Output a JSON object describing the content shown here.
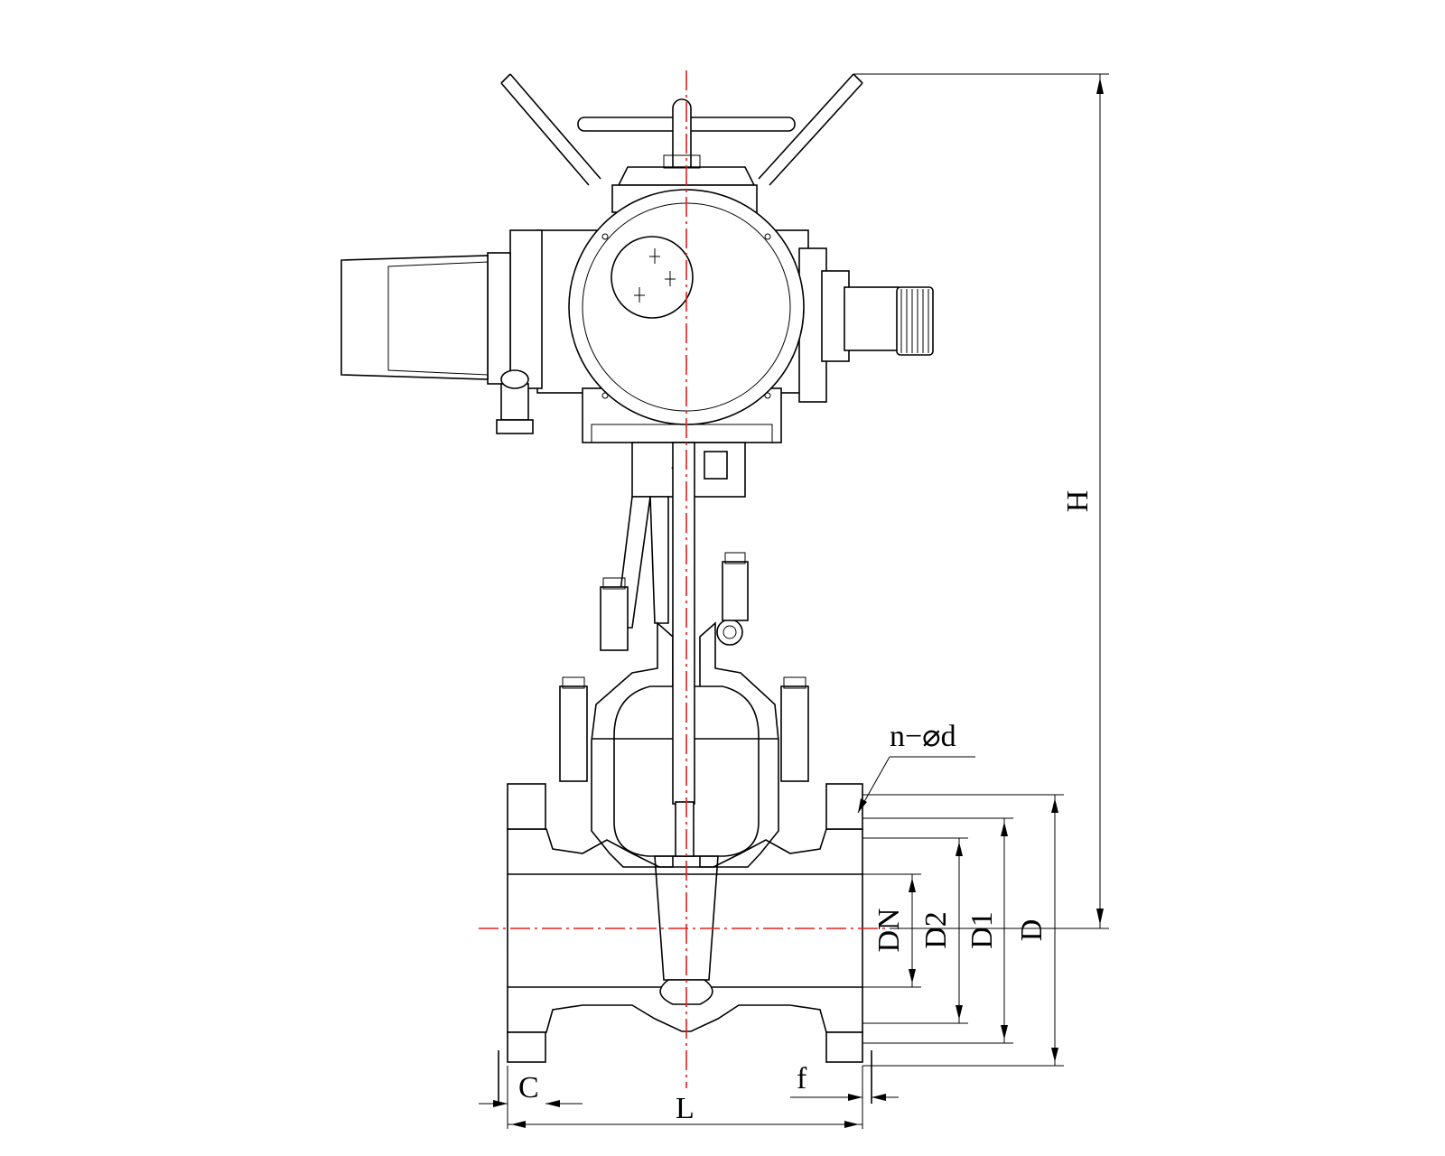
{
  "colors": {
    "line": "#000000",
    "centerline": "#e0201c",
    "background": "#ffffff"
  },
  "labels": {
    "height": "H",
    "nominal_diameter": "DN",
    "d2": "D2",
    "d1": "D1",
    "d": "D",
    "bolt_holes": "n−⌀d",
    "flange_thickness": "C",
    "raised_face": "f",
    "length": "L"
  }
}
